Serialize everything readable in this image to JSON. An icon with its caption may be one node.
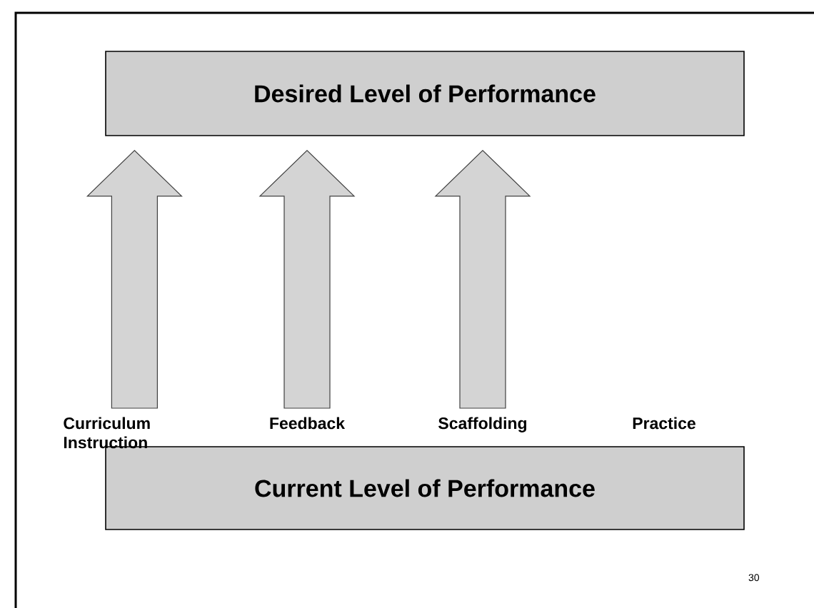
{
  "diagram": {
    "nodes": [
      {
        "text": [
          "Desired Level of Performance"
        ]
      },
      {
        "text": [
          "Current Level of Performance"
        ]
      },
      {
        "text": [
          "Curriculum Instruction"
        ]
      },
      {
        "text": [
          "Feedback"
        ]
      },
      {
        "text": [
          "Scaffolding"
        ]
      }
    ],
    "edges": [
      {
        "from": 2,
        "to": 0,
        "arrow": "to"
      },
      {
        "from": 3,
        "to": 0,
        "arrow": "to"
      },
      {
        "from": 4,
        "to": 0,
        "arrow": "to"
      }
    ],
    "labels": [
      "Practice",
      "30"
    ]
  }
}
